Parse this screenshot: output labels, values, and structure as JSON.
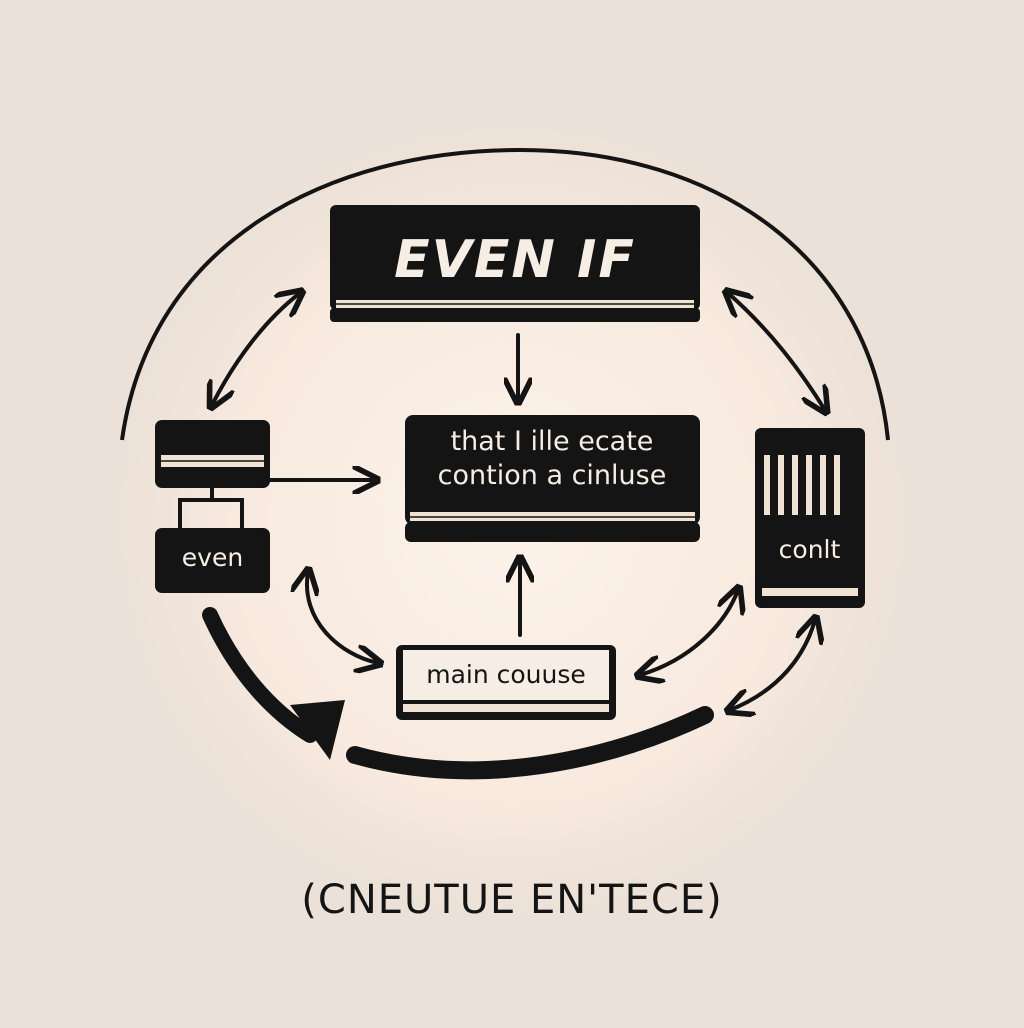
{
  "diagram": {
    "title_box": "EVEN  IF",
    "center_box": [
      "that I ille ecate",
      "contion a cinluse"
    ],
    "left_box": "even",
    "right_box": "conlt",
    "bottom_box": "main couuse"
  },
  "caption": "(CNEUTUE EN'TECE)",
  "colors": {
    "background": "#ece1d8",
    "glow": "#fbeee3",
    "ink": "#141414",
    "paper": "#f6ede4"
  }
}
